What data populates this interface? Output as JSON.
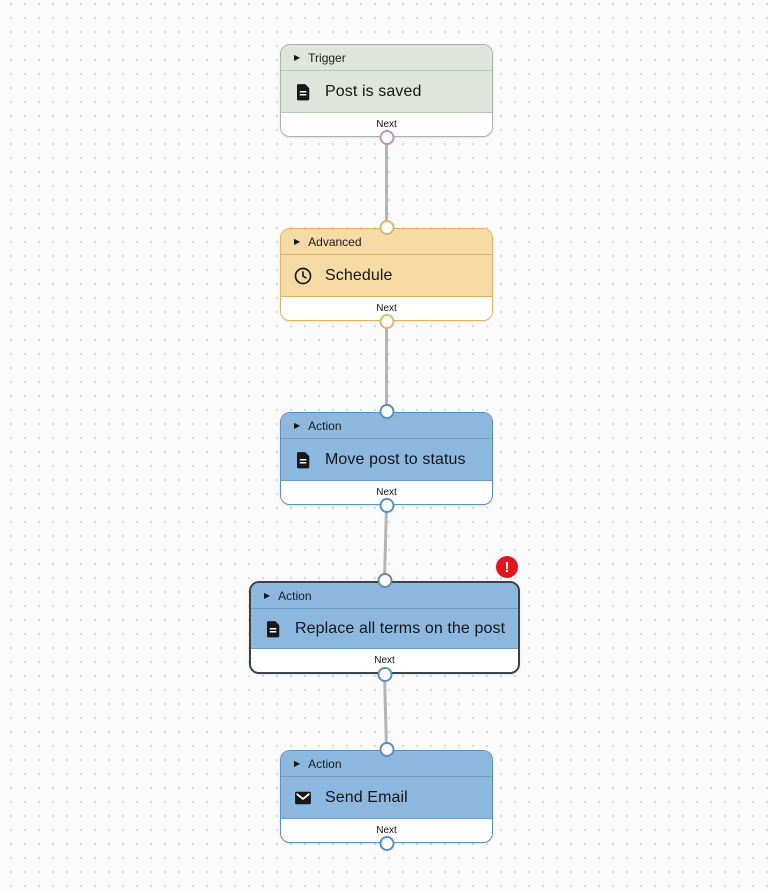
{
  "canvas": {
    "bg_color": "#fbfbfb",
    "dot_color": "#dadada",
    "connector_color": "#b5b5b5"
  },
  "ui": {
    "collapse_caret": "▶"
  },
  "badge": {
    "error_symbol": "!",
    "error_color": "#e0181e"
  },
  "nodes": [
    {
      "category": "Trigger",
      "title": "Post is saved",
      "icon": "file-text-icon",
      "next_label": "Next",
      "error": false,
      "theme": {
        "bg": "#dfe4dd",
        "border": "#a8b4a7",
        "divider": "#bcc6bb",
        "port_in": "",
        "port_out": "#c08fc8"
      }
    },
    {
      "category": "Advanced",
      "title": "Schedule",
      "icon": "clock-icon",
      "next_label": "Next",
      "error": false,
      "theme": {
        "bg": "#f6d9a3",
        "border": "#dcb76d",
        "divider": "#d9b269",
        "port_in": "#dcb76d",
        "port_out": "#dcb76d"
      }
    },
    {
      "category": "Action",
      "title": "Move post to status",
      "icon": "file-text-icon",
      "next_label": "Next",
      "error": false,
      "theme": {
        "bg": "#8cb8e0",
        "border": "#5a8fc4",
        "divider": "#6f9cc7",
        "port_in": "#5a8fc4",
        "port_out": "#5a8fc4"
      }
    },
    {
      "category": "Action",
      "title": "Replace all terms on the post",
      "icon": "file-text-icon",
      "next_label": "Next",
      "error": true,
      "theme": {
        "bg": "#8cb8e0",
        "border": "#3c4248",
        "divider": "#6f9cc7",
        "port_in": "#6b87a3",
        "port_out": "#5a8fc4"
      }
    },
    {
      "category": "Action",
      "title": "Send Email",
      "icon": "mail-icon",
      "next_label": "Next",
      "error": false,
      "theme": {
        "bg": "#8cb8e0",
        "border": "#5a8fc4",
        "divider": "#6f9cc7",
        "port_in": "#5a8fc4",
        "port_out": "#5a8fc4"
      }
    }
  ]
}
